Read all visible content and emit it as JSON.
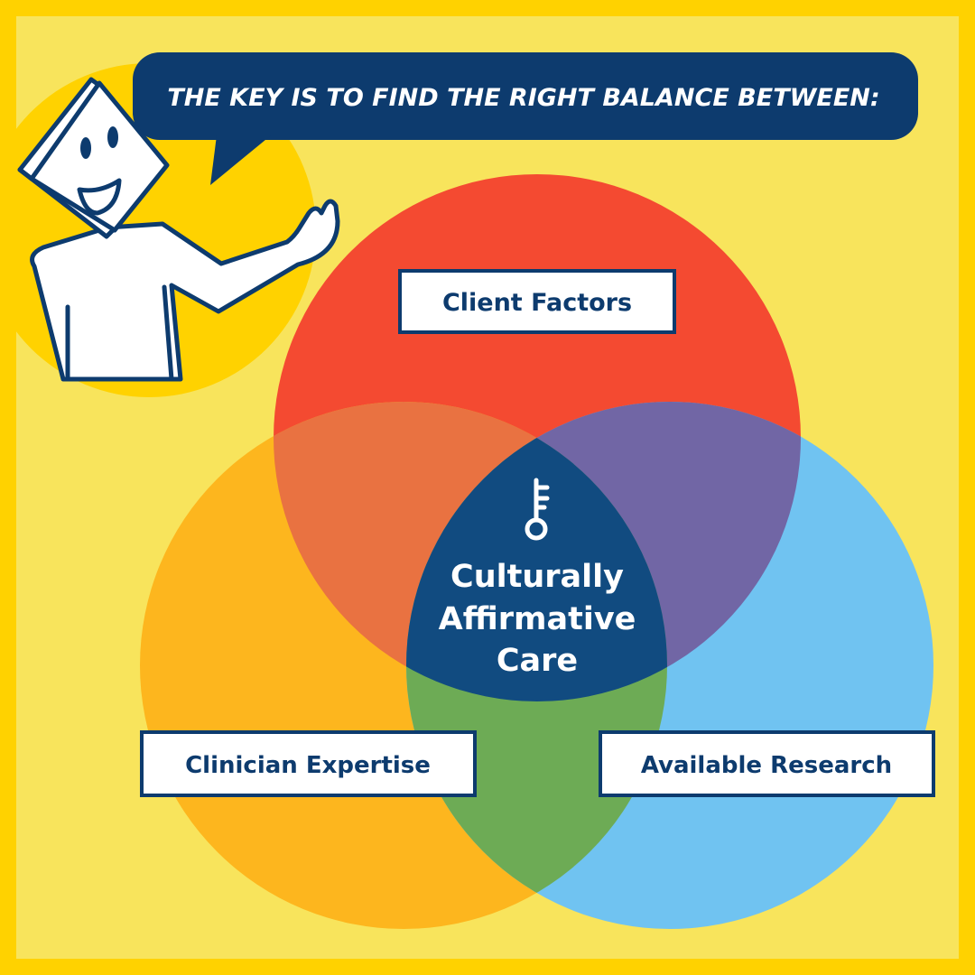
{
  "speech": {
    "text": "THE KEY IS TO FIND THE RIGHT BALANCE BETWEEN:"
  },
  "circles": {
    "top": {
      "label": "Client Factors"
    },
    "left": {
      "label": "Clinician Expertise"
    },
    "right": {
      "label": "Available Research"
    }
  },
  "center": {
    "icon": "key-icon",
    "lines": [
      "Culturally",
      "Affirmative",
      "Care"
    ]
  },
  "colors": {
    "frame": "#FFD200",
    "background": "#F8E45C",
    "mascot_blob": "#FFD200",
    "navy": "#0D3B6E",
    "red": "#F44A31",
    "orange": "#FDB61E",
    "blue": "#70C3F1",
    "red_orange": "#E97241",
    "red_blue": "#7166A5",
    "orange_blue": "#6DAB55",
    "center": "#114B80",
    "white": "#FFFFFF"
  }
}
